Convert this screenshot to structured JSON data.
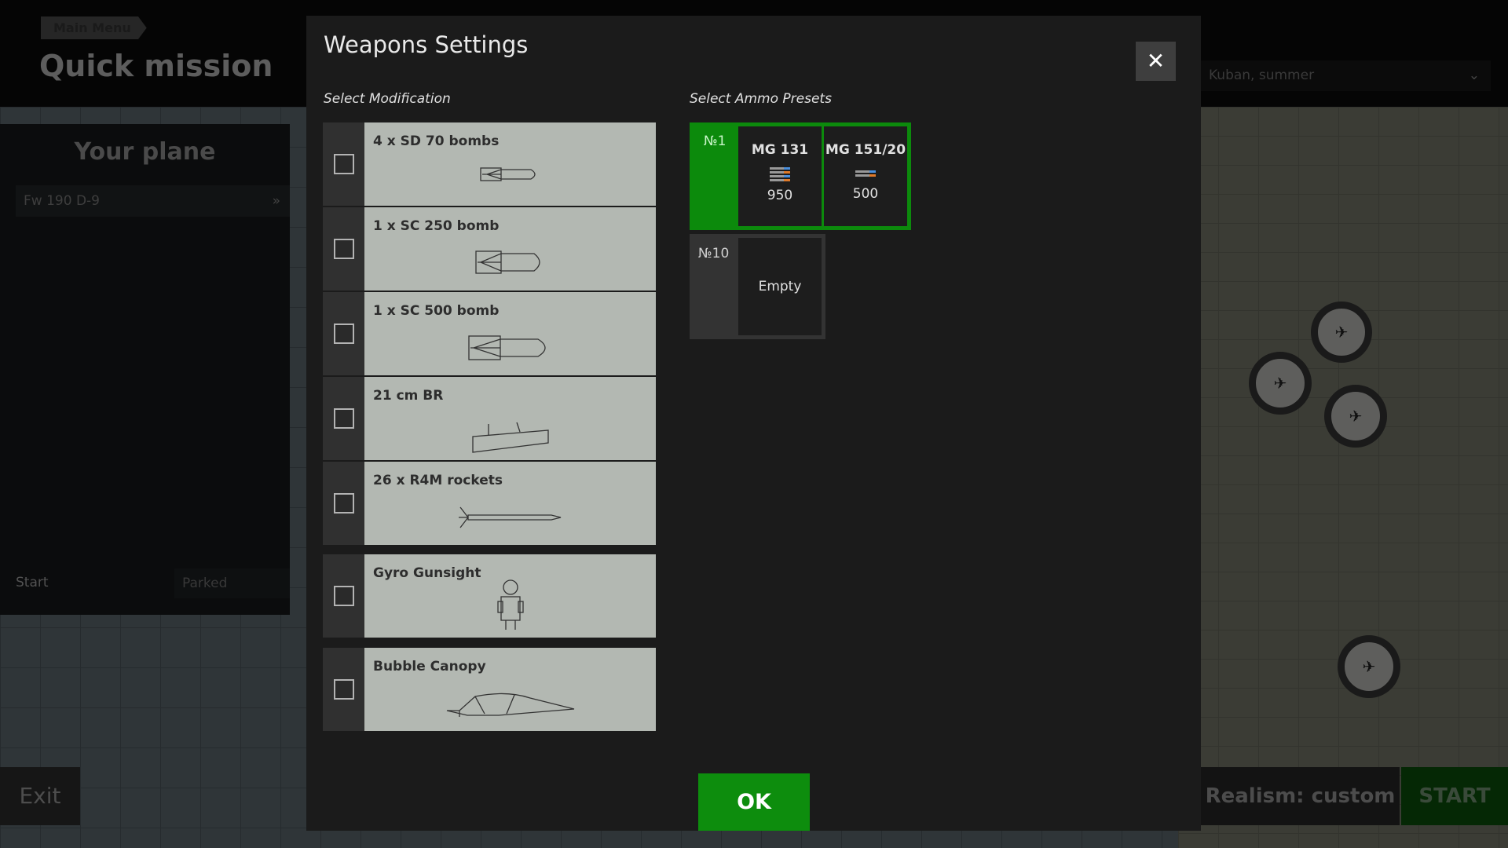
{
  "background": {
    "breadcrumb": "Main Menu",
    "title": "Quick mission",
    "your_plane_heading": "Your plane",
    "plane": "Fw 190 D-9",
    "start_label": "Start",
    "start_value": "Parked",
    "map_select": "Kuban, summer",
    "exit": "Exit",
    "realism": "Realism: custom",
    "start_button": "START"
  },
  "modal": {
    "title": "Weapons Settings",
    "close_icon": "close-icon",
    "modifications_heading": "Select Modification",
    "modifications": [
      {
        "label": "4 x SD 70 bombs",
        "checked": false,
        "icon": "small-bomb"
      },
      {
        "label": "1 x SC 250 bomb",
        "checked": false,
        "icon": "medium-bomb"
      },
      {
        "label": "1 x SC 500 bomb",
        "checked": false,
        "icon": "large-bomb"
      },
      {
        "label": "21 cm BR",
        "checked": false,
        "icon": "rocket-tube"
      },
      {
        "label": "26 x R4M rockets",
        "checked": false,
        "icon": "rocket"
      },
      {
        "label": "Gyro Gunsight",
        "checked": false,
        "icon": "gunsight"
      },
      {
        "label": "Bubble Canopy",
        "checked": false,
        "icon": "canopy"
      }
    ],
    "ammo_heading": "Select Ammo Presets",
    "presets": [
      {
        "number": "№1",
        "selected": true,
        "guns": [
          {
            "name": "MG 131",
            "count": "950"
          },
          {
            "name": "MG 151/20",
            "count": "500"
          }
        ]
      },
      {
        "number": "№10",
        "selected": false,
        "empty_label": "Empty"
      }
    ],
    "ok": "OK"
  },
  "colors": {
    "accent": "#0d8d0d",
    "modal_bg": "#1b1b1b",
    "mod_bg": "#b3b8b2"
  }
}
